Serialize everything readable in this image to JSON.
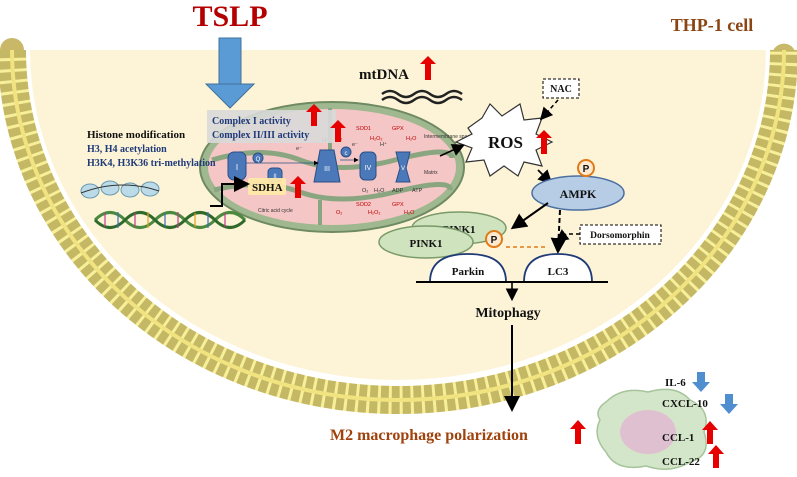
{
  "title": "TSLP",
  "cell_label": "THP-1 cell",
  "mtdna_label": "mtDNA",
  "complex_box": {
    "line1": "Complex I activity",
    "line2": "Complex II/III activity"
  },
  "histone": {
    "heading": "Histone modification",
    "line1": "H3, H4 acetylation",
    "line2": "H3K4, H3K36 tri-methylation"
  },
  "sdha_label": "SDHA",
  "ros_label": "ROS",
  "nac_label": "NAC",
  "ampk_label": "AMPK",
  "phospho_label": "P",
  "dorsomorphin_label": "Dorsomorphin",
  "pink1_label": "PINK1",
  "parkin_label": "Parkin",
  "lc3_label": "LC3",
  "mitophagy_label": "Mitophagy",
  "m2_label": "M2 macrophage polarization",
  "cytokines": {
    "il6": "IL-6",
    "cxcl10": "CXCL-10",
    "ccl1": "CCL-1",
    "ccl22": "CCL-22"
  },
  "mito_small_labels": {
    "intermembrane": "Intermembrane space",
    "matrix": "Matrix",
    "citric_acid": "Citric acid cycle",
    "sod1": "SOD1",
    "sod2": "SOD2",
    "gpx": "GPX",
    "o2": "O₂",
    "h2o2": "H₂O₂",
    "h2o": "H₂O",
    "adp": "ADP",
    "atp": "ATP",
    "electron": "e⁻",
    "proton": "H⁺",
    "complex_i": "I",
    "complex_ii": "II",
    "complex_iii": "III",
    "complex_iv": "IV",
    "complex_v": "V",
    "q": "Q",
    "c": "c"
  },
  "colors": {
    "title_red": "#b40000",
    "cell_label_brown": "#8b4513",
    "up_arrow_red": "#e60000",
    "down_arrow_blue": "#4f8fd0",
    "membrane_yellow": "#f7ef9a",
    "cytoplasm": "#fdf4d8",
    "navy_text": "#1f3a78",
    "m2_text": "#a0420d",
    "mito_pink": "#f5c6c6",
    "mito_green": "#9fb88f",
    "pink1_green": "#cfe3bf",
    "ampk_blue": "#b7cde6",
    "complex_box_gray": "#d9d9d9",
    "phospho_orange": "#e07b1a"
  }
}
